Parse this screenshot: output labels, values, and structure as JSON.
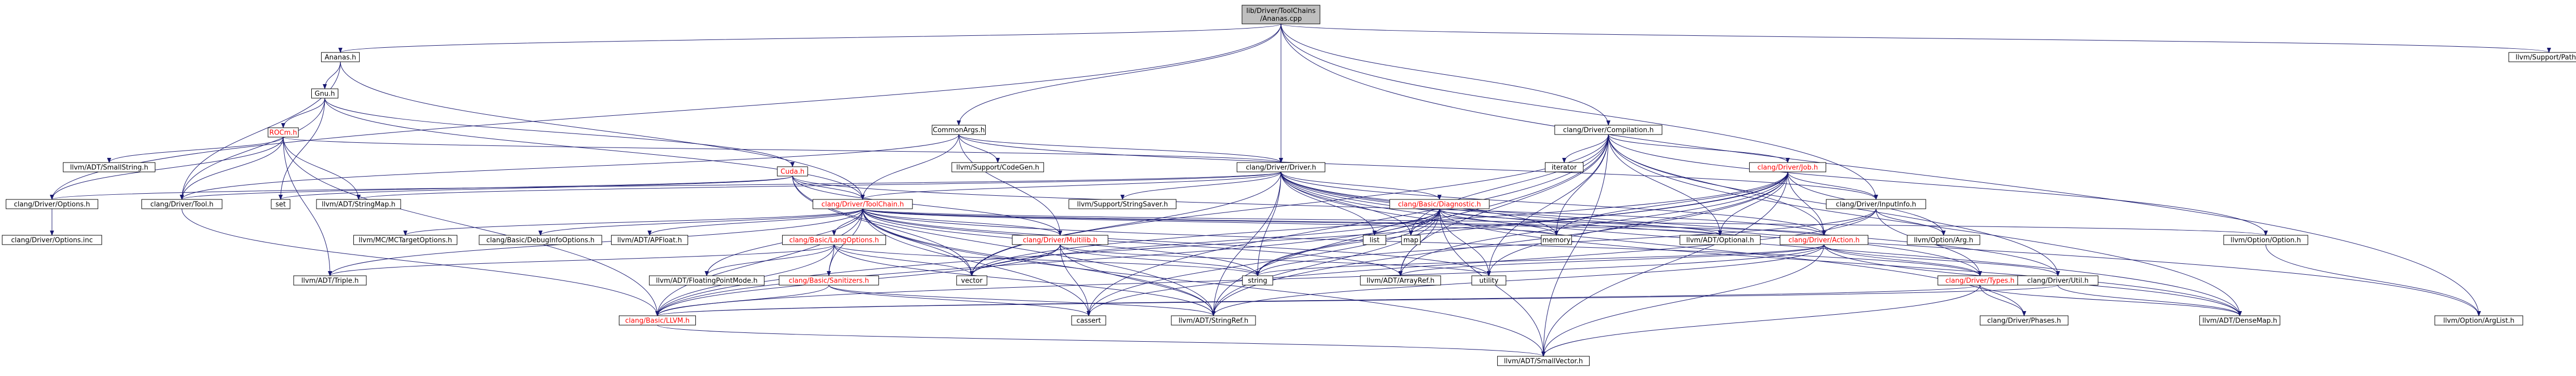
{
  "colors": {
    "edge": "#191970",
    "node_fill": "#ffffff",
    "node_text": "#000000",
    "node_text_link_red": "#ff0000",
    "root_fill": "#bfbfbf",
    "border": "#000000"
  },
  "root": {
    "line1": "lib/Driver/ToolChains",
    "line2": "/Ananas.cpp"
  },
  "nodes": [
    {
      "id": "ananas_h",
      "label": "Ananas.h",
      "red": false
    },
    {
      "id": "gnu_h",
      "label": "Gnu.h",
      "red": false
    },
    {
      "id": "rocm_h",
      "label": "ROCm.h",
      "red": true
    },
    {
      "id": "cuda_h",
      "label": "Cuda.h",
      "red": true
    },
    {
      "id": "commonargs_h",
      "label": "CommonArgs.h",
      "red": false
    },
    {
      "id": "compilation_h",
      "label": "clang/Driver/Compilation.h",
      "red": false
    },
    {
      "id": "driver_h",
      "label": "clang/Driver/Driver.h",
      "red": false
    },
    {
      "id": "job_h",
      "label": "clang/Driver/Job.h",
      "red": true
    },
    {
      "id": "inputinfo_h",
      "label": "clang/Driver/InputInfo.h",
      "red": false
    },
    {
      "id": "toolchain_h",
      "label": "clang/Driver/ToolChain.h",
      "red": true
    },
    {
      "id": "options_h",
      "label": "clang/Driver/Options.h",
      "red": false
    },
    {
      "id": "options_inc",
      "label": "clang/Driver/Options.inc",
      "red": false
    },
    {
      "id": "tool_h",
      "label": "clang/Driver/Tool.h",
      "red": false
    },
    {
      "id": "smallstring",
      "label": "llvm/ADT/SmallString.h",
      "red": false
    },
    {
      "id": "set",
      "label": "set",
      "red": false
    },
    {
      "id": "stringmap",
      "label": "llvm/ADT/StringMap.h",
      "red": false
    },
    {
      "id": "codegen",
      "label": "llvm/Support/CodeGen.h",
      "red": false
    },
    {
      "id": "iterator",
      "label": "iterator",
      "red": false
    },
    {
      "id": "path",
      "label": "llvm/Support/Path.h",
      "red": false
    },
    {
      "id": "stringsaver",
      "label": "llvm/Support/StringSaver.h",
      "red": false
    },
    {
      "id": "diagnostic",
      "label": "clang/Basic/Diagnostic.h",
      "red": true
    },
    {
      "id": "optional",
      "label": "llvm/ADT/Optional.h",
      "red": false
    },
    {
      "id": "optarg",
      "label": "llvm/Option/Arg.h",
      "red": false
    },
    {
      "id": "action_h",
      "label": "clang/Driver/Action.h",
      "red": true
    },
    {
      "id": "optoption",
      "label": "llvm/Option/Option.h",
      "red": false
    },
    {
      "id": "mctarget",
      "label": "llvm/MC/MCTargetOptions.h",
      "red": false
    },
    {
      "id": "debuginfo",
      "label": "clang/Basic/DebugInfoOptions.h",
      "red": false
    },
    {
      "id": "apfloat",
      "label": "llvm/ADT/APFloat.h",
      "red": false
    },
    {
      "id": "langopts",
      "label": "clang/Basic/LangOptions.h",
      "red": true
    },
    {
      "id": "multilib",
      "label": "clang/Driver/Multilib.h",
      "red": true
    },
    {
      "id": "list",
      "label": "list",
      "red": false
    },
    {
      "id": "map",
      "label": "map",
      "red": false
    },
    {
      "id": "memory",
      "label": "memory",
      "red": false
    },
    {
      "id": "triple",
      "label": "llvm/ADT/Triple.h",
      "red": false
    },
    {
      "id": "fpmode",
      "label": "llvm/ADT/FloatingPointMode.h",
      "red": false
    },
    {
      "id": "sanitizers",
      "label": "clang/Basic/Sanitizers.h",
      "red": true
    },
    {
      "id": "vector",
      "label": "vector",
      "red": false
    },
    {
      "id": "string",
      "label": "string",
      "red": false
    },
    {
      "id": "arrayref",
      "label": "llvm/ADT/ArrayRef.h",
      "red": false
    },
    {
      "id": "utility",
      "label": "utility",
      "red": false
    },
    {
      "id": "types_h",
      "label": "clang/Driver/Types.h",
      "red": true
    },
    {
      "id": "util_h",
      "label": "clang/Driver/Util.h",
      "red": false
    },
    {
      "id": "llvm_h",
      "label": "clang/Basic/LLVM.h",
      "red": true
    },
    {
      "id": "cassert",
      "label": "cassert",
      "red": false
    },
    {
      "id": "stringref",
      "label": "llvm/ADT/StringRef.h",
      "red": false
    },
    {
      "id": "phases_h",
      "label": "clang/Driver/Phases.h",
      "red": false
    },
    {
      "id": "densemap",
      "label": "llvm/ADT/DenseMap.h",
      "red": false
    },
    {
      "id": "arglist",
      "label": "llvm/Option/ArgList.h",
      "red": false
    },
    {
      "id": "smallvector",
      "label": "llvm/ADT/SmallVector.h",
      "red": false
    }
  ]
}
